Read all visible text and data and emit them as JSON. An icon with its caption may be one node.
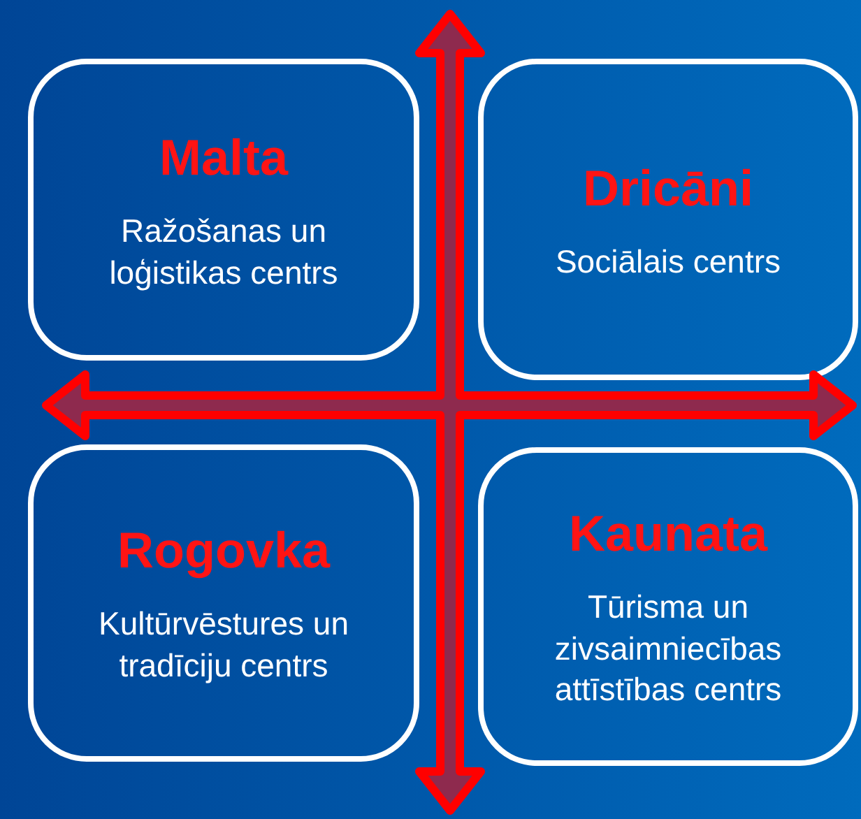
{
  "diagram": {
    "nodes": [
      {
        "text": [
          "Malta",
          "Ražošanas un loģistikas centrs"
        ]
      },
      {
        "text": [
          "Dricāni",
          "Sociālais centrs"
        ]
      },
      {
        "text": [
          "Rogovka",
          "Kultūrvēstures un tradīciju centrs"
        ]
      },
      {
        "text": [
          "Kaunata",
          "Tūrisma un zivsaimniecības attīstības centrs"
        ]
      }
    ]
  }
}
